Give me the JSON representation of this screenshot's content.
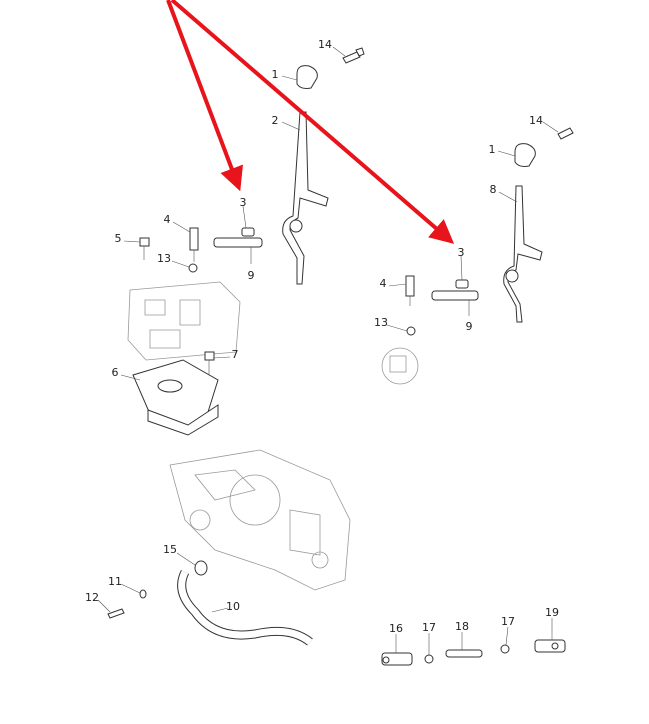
{
  "diagram": {
    "title": "Exploded parts diagram with numbered callouts",
    "arrow_color": "#e8141b",
    "callouts": {
      "c14a": "14",
      "c1a": "1",
      "c2": "2",
      "c3a": "3",
      "c4a": "4",
      "c5": "5",
      "c13a": "13",
      "c9a": "9",
      "c7": "7",
      "c6": "6",
      "c15": "15",
      "c11": "11",
      "c12": "12",
      "c10": "10",
      "c14b": "14",
      "c1b": "1",
      "c8": "8",
      "c3b": "3",
      "c4b": "4",
      "c13b": "13",
      "c9b": "9",
      "c16": "16",
      "c17a": "17",
      "c18": "18",
      "c17b": "17",
      "c19": "19"
    }
  }
}
